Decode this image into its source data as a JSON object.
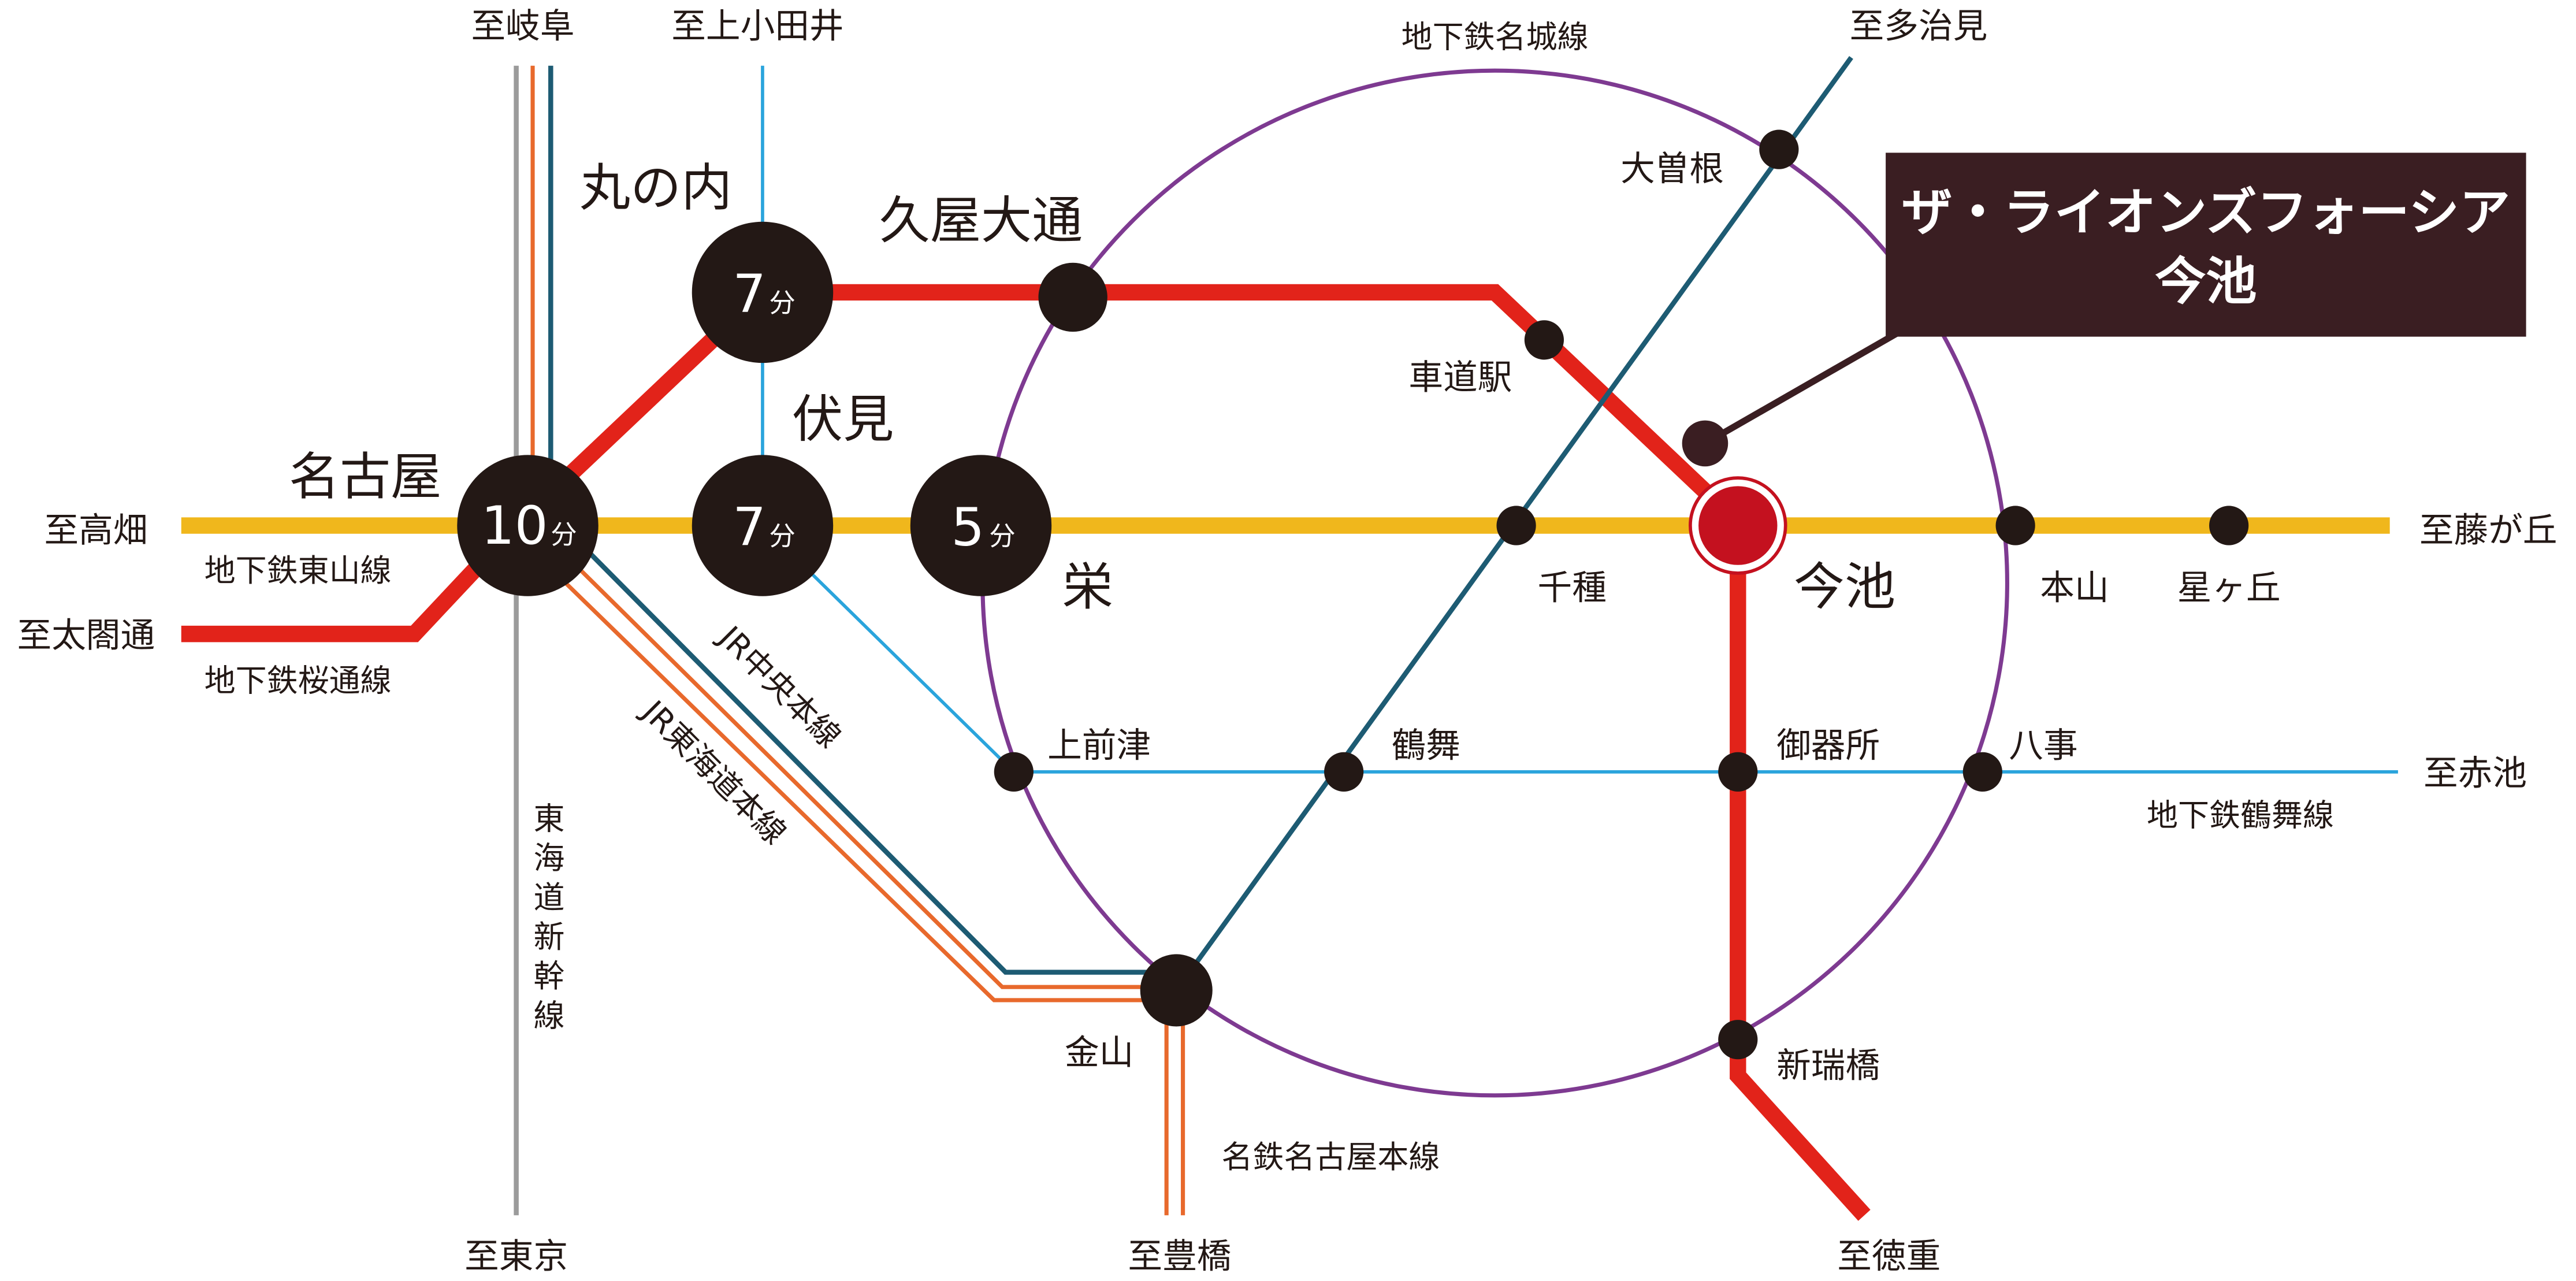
{
  "colors": {
    "higashiyama": "#F0B71C",
    "sakuradori": "#E2231A",
    "meijo": "#7E3A91",
    "tsurumai": "#2AA4DC",
    "kamiiida": "#2AA4DC",
    "jr_chuo": "#1D5B73",
    "jr_tokaido": "#E8692C",
    "meitetsu": "#E8692C",
    "shinkansen": "#9B9B9B",
    "station": "#231815",
    "imaike": "#C4111F",
    "callout_bg": "#3A1E22",
    "callout_text": "#FFFFFF"
  },
  "callout": {
    "line1": "ザ・ライオンズフォーシア",
    "line2": "今池"
  },
  "lines": {
    "higashiyama": "地下鉄東山線",
    "sakuradori": "地下鉄桜通線",
    "meijo": "地下鉄名城線",
    "tsurumai": "地下鉄鶴舞線",
    "jr_chuo": "JR中央本線",
    "jr_tokaido": "JR東海道本線",
    "shinkansen": "東海道新幹線",
    "meitetsu": "名鉄名古屋本線"
  },
  "directions": {
    "gifu": "至岐阜",
    "kamiotai": "至上小田井",
    "tajimi": "至多治見",
    "takabata": "至高畑",
    "taikodori": "至太閤通",
    "fujigaoka": "至藤が丘",
    "akaike": "至赤池",
    "tokyo": "至東京",
    "toyohashi": "至豊橋",
    "tokushige": "至徳重"
  },
  "stations": {
    "nagoya": "名古屋",
    "marunouchi": "丸の内",
    "hisayaodori": "久屋大通",
    "fushimi": "伏見",
    "sakae": "栄",
    "imaike": "今池",
    "kurumamichi": "車道駅",
    "ozone": "大曽根",
    "chikusa": "千種",
    "motoyama": "本山",
    "hoshigaoka": "星ヶ丘",
    "kamimaezu": "上前津",
    "tsurumai": "鶴舞",
    "gokiso": "御器所",
    "yagoto": "八事",
    "kanayama": "金山",
    "aratamabashi": "新瑞橋"
  },
  "travel_times": {
    "nagoya": {
      "value": "10",
      "unit": "分"
    },
    "marunouchi": {
      "value": "7",
      "unit": "分"
    },
    "fushimi": {
      "value": "7",
      "unit": "分"
    },
    "sakae": {
      "value": "5",
      "unit": "分"
    }
  }
}
